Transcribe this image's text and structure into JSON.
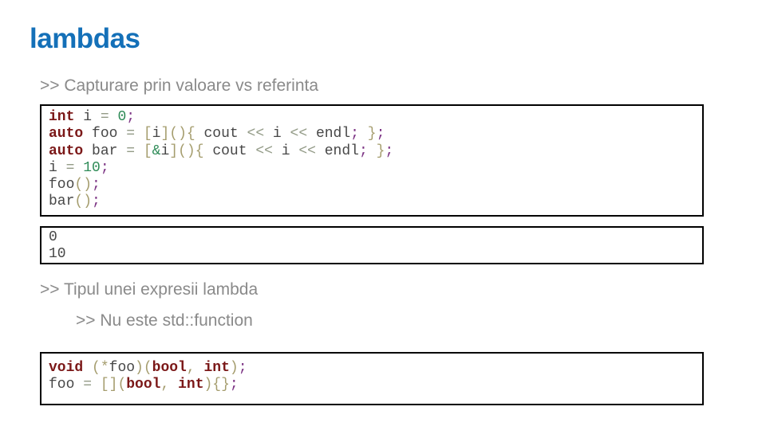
{
  "title": "lambdas",
  "bullets": [
    {
      "level": 1,
      "text": ">> Capturare prin valoare vs referinta"
    },
    {
      "level": 1,
      "text": ">> Tipul unei expresii lambda"
    },
    {
      "level": 2,
      "text": ">> Nu este std::function"
    }
  ],
  "colors": {
    "background": "#ffffff",
    "title": "#1470b8",
    "bullet": "#8a8a8a",
    "border": "#000000",
    "keyword": "#7b1818",
    "plain": "#474747",
    "operator": "#939b87",
    "bracket": "#a59d6e",
    "number": "#2e8b57",
    "reference": "#2e8b57",
    "semicolon": "#7d3585"
  },
  "code_blocks": [
    {
      "name": "capture-by-value-vs-reference",
      "lines": [
        [
          {
            "c": "kw",
            "v": "int"
          },
          {
            "c": "pl",
            "v": " i "
          },
          {
            "c": "op",
            "v": "="
          },
          {
            "c": "pl",
            "v": " "
          },
          {
            "c": "num",
            "v": "0"
          },
          {
            "c": "semi",
            "v": ";"
          }
        ],
        [
          {
            "c": "kw",
            "v": "auto"
          },
          {
            "c": "pl",
            "v": " foo "
          },
          {
            "c": "op",
            "v": "="
          },
          {
            "c": "pl",
            "v": " "
          },
          {
            "c": "br",
            "v": "["
          },
          {
            "c": "pl",
            "v": "i"
          },
          {
            "c": "br",
            "v": "](){"
          },
          {
            "c": "pl",
            "v": " cout "
          },
          {
            "c": "op",
            "v": "<<"
          },
          {
            "c": "pl",
            "v": " i "
          },
          {
            "c": "op",
            "v": "<<"
          },
          {
            "c": "pl",
            "v": " endl"
          },
          {
            "c": "semi",
            "v": ";"
          },
          {
            "c": "pl",
            "v": " "
          },
          {
            "c": "br",
            "v": "}"
          },
          {
            "c": "semi",
            "v": ";"
          }
        ],
        [
          {
            "c": "kw",
            "v": "auto"
          },
          {
            "c": "pl",
            "v": " bar "
          },
          {
            "c": "op",
            "v": "="
          },
          {
            "c": "pl",
            "v": " "
          },
          {
            "c": "br",
            "v": "["
          },
          {
            "c": "ref",
            "v": "&"
          },
          {
            "c": "pl",
            "v": "i"
          },
          {
            "c": "br",
            "v": "](){"
          },
          {
            "c": "pl",
            "v": " cout "
          },
          {
            "c": "op",
            "v": "<<"
          },
          {
            "c": "pl",
            "v": " i "
          },
          {
            "c": "op",
            "v": "<<"
          },
          {
            "c": "pl",
            "v": " endl"
          },
          {
            "c": "semi",
            "v": ";"
          },
          {
            "c": "pl",
            "v": " "
          },
          {
            "c": "br",
            "v": "}"
          },
          {
            "c": "semi",
            "v": ";"
          }
        ],
        [
          {
            "c": "pl",
            "v": "i "
          },
          {
            "c": "op",
            "v": "="
          },
          {
            "c": "pl",
            "v": " "
          },
          {
            "c": "num",
            "v": "10"
          },
          {
            "c": "semi",
            "v": ";"
          }
        ],
        [
          {
            "c": "pl",
            "v": "foo"
          },
          {
            "c": "br",
            "v": "()"
          },
          {
            "c": "semi",
            "v": ";"
          }
        ],
        [
          {
            "c": "pl",
            "v": "bar"
          },
          {
            "c": "br",
            "v": "()"
          },
          {
            "c": "semi",
            "v": ";"
          }
        ]
      ]
    },
    {
      "name": "program-output",
      "lines": [
        [
          {
            "c": "pl",
            "v": "0"
          }
        ],
        [
          {
            "c": "pl",
            "v": "10"
          }
        ]
      ]
    },
    {
      "name": "lambda-to-function-pointer",
      "lines": [
        [
          {
            "c": "kw",
            "v": "void"
          },
          {
            "c": "pl",
            "v": " "
          },
          {
            "c": "br",
            "v": "(*"
          },
          {
            "c": "pl",
            "v": "foo"
          },
          {
            "c": "br",
            "v": ")("
          },
          {
            "c": "kw",
            "v": "bool"
          },
          {
            "c": "br",
            "v": ","
          },
          {
            "c": "pl",
            "v": " "
          },
          {
            "c": "kw",
            "v": "int"
          },
          {
            "c": "br",
            "v": ")"
          },
          {
            "c": "semi",
            "v": ";"
          }
        ],
        [
          {
            "c": "pl",
            "v": "foo "
          },
          {
            "c": "op",
            "v": "="
          },
          {
            "c": "pl",
            "v": " "
          },
          {
            "c": "br",
            "v": "[]("
          },
          {
            "c": "kw",
            "v": "bool"
          },
          {
            "c": "br",
            "v": ","
          },
          {
            "c": "pl",
            "v": " "
          },
          {
            "c": "kw",
            "v": "int"
          },
          {
            "c": "br",
            "v": "){}"
          },
          {
            "c": "semi",
            "v": ";"
          }
        ]
      ]
    }
  ]
}
